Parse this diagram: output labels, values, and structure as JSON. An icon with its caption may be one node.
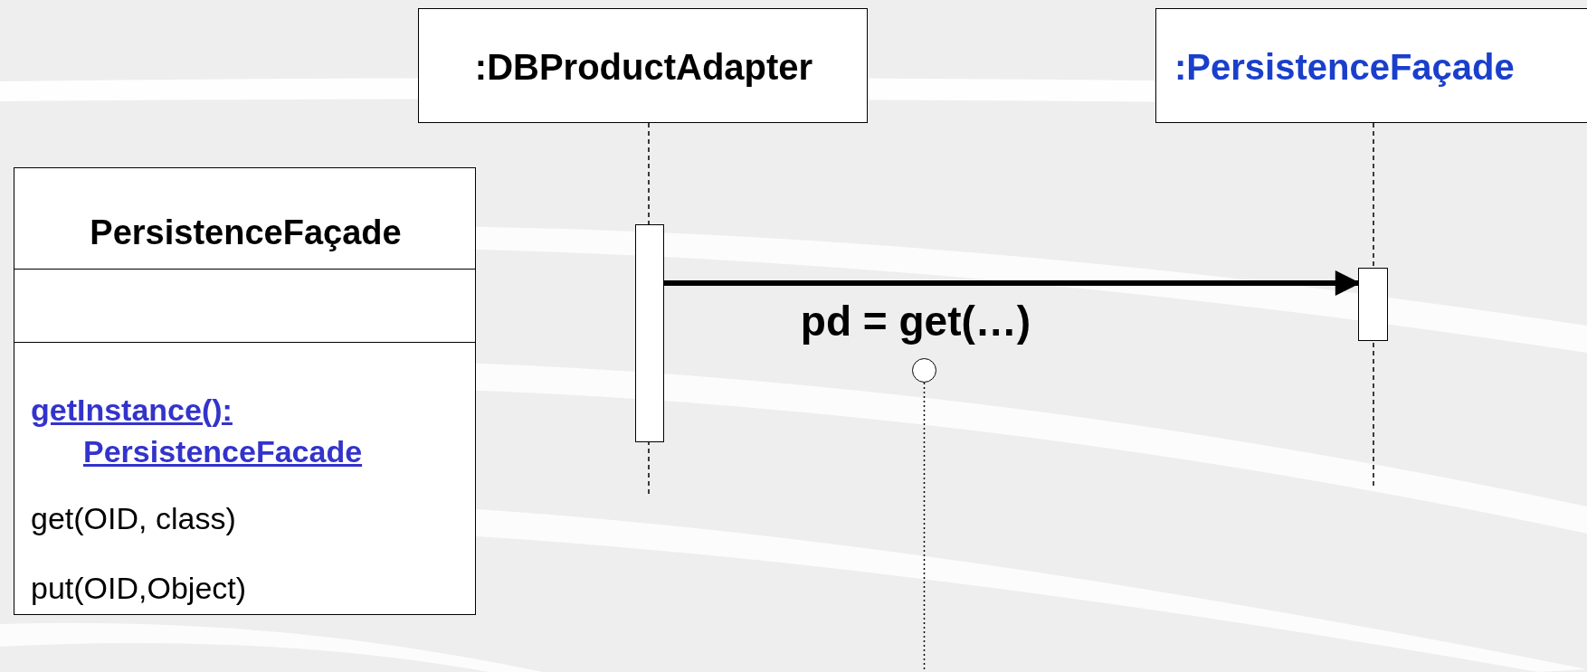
{
  "diagram": {
    "nodes": [
      {
        "text": [
          "PersistenceFaçade",
          "getInstance(): PersistenceFacade",
          "get(OID, class)",
          "put(OID,Object)"
        ]
      },
      {
        "text": [
          ":DBProductAdapter"
        ]
      },
      {
        "text": [
          ":PersistenceFaçade"
        ]
      },
      {
        "text": [],
        "shape": "bar"
      },
      {
        "text": [],
        "shape": "bar"
      },
      {
        "text": [],
        "shape": "circle"
      }
    ],
    "edges": [
      {
        "from": 3,
        "to": 4,
        "arrow": "to",
        "label": "pd = get(…)",
        "style": "thick"
      },
      {
        "from": 5,
        "to": null,
        "arrow": "none",
        "style": "dashed"
      }
    ]
  }
}
